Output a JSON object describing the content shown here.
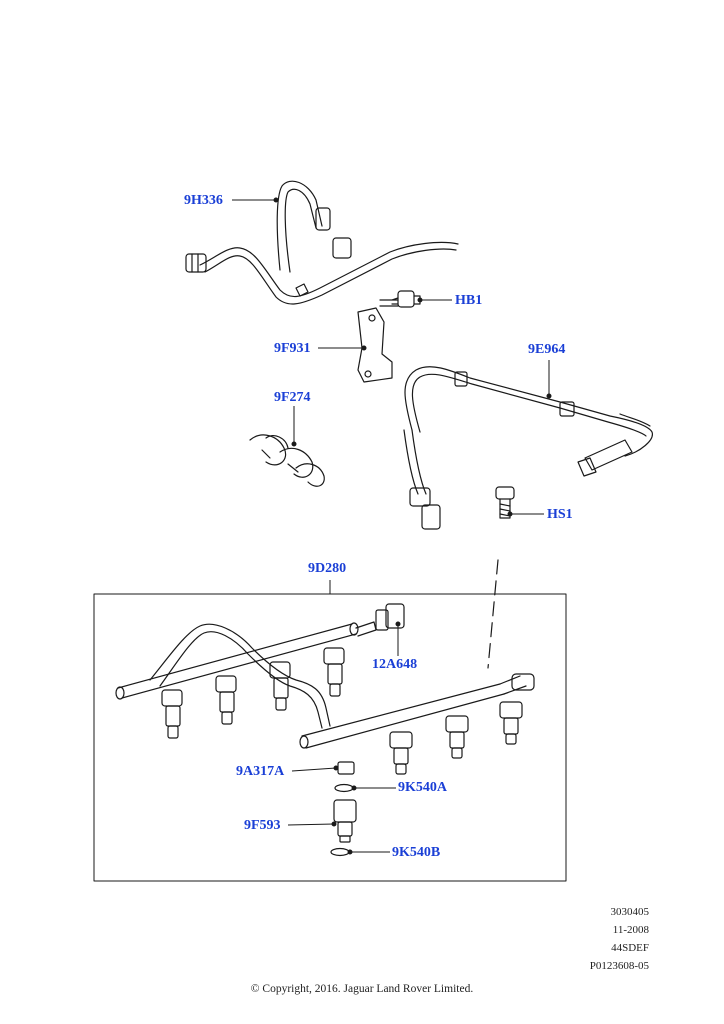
{
  "callouts": {
    "c_9H336": "9H336",
    "c_HB1": "HB1",
    "c_9F931": "9F931",
    "c_9E964": "9E964",
    "c_9F274": "9F274",
    "c_HS1": "HS1",
    "c_9D280": "9D280",
    "c_12A648": "12A648",
    "c_9A317A": "9A317A",
    "c_9K540A": "9K540A",
    "c_9F593": "9F593",
    "c_9K540B": "9K540B"
  },
  "reference": {
    "line1": "3030405",
    "line2": "11-2008",
    "line3": "44SDEF",
    "line4": "P0123608-05"
  },
  "copyright": "© Copyright, 2016. Jaguar Land Rover Limited.",
  "colors": {
    "callout": "#1a3fd6",
    "line": "#1a1a1a"
  }
}
